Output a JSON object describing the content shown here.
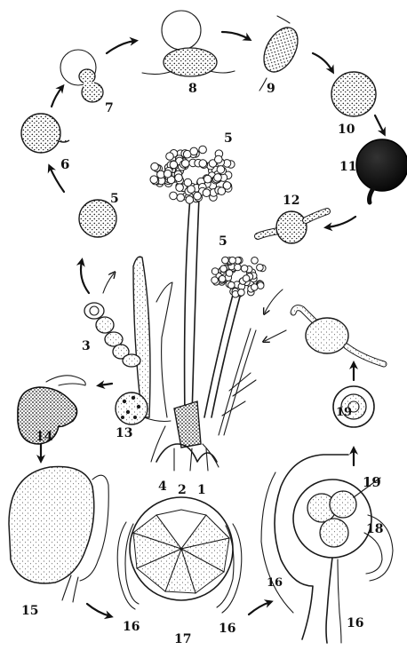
{
  "figure": {
    "labels": {
      "l1": "1",
      "l2": "2",
      "l3": "3",
      "l4": "4",
      "l5a": "5",
      "l5b": "5",
      "l5c": "5",
      "l6": "6",
      "l7": "7",
      "l8": "8",
      "l9": "9",
      "l10": "10",
      "l11": "11",
      "l12": "12",
      "l13": "13",
      "l14": "14",
      "l15": "15",
      "l16a": "16",
      "l16b": "16",
      "l16c": "16",
      "l16d": "16",
      "l17": "17",
      "l18": "18",
      "l19a": "19",
      "l19b": "19"
    }
  },
  "colors": {
    "ink": "#1a1a1a",
    "paper": "#ffffff",
    "stipple": "#222222",
    "dark_spore": "#0d0d0d"
  }
}
